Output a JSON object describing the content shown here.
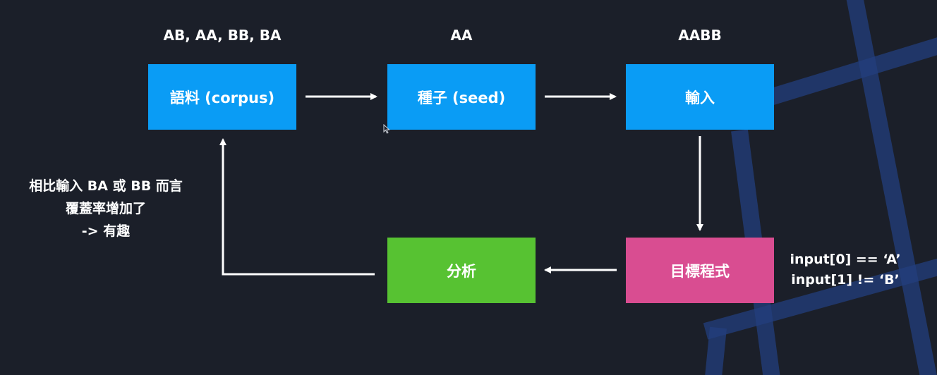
{
  "nodes": {
    "corpus": "語料 (corpus)",
    "seed": "種子 (seed)",
    "input": "輸入",
    "target": "目標程式",
    "analysis": "分析"
  },
  "top_labels": {
    "corpus": "AB, AA, BB, BA",
    "seed": "AA",
    "input": "AABB"
  },
  "left_note": [
    "相比輸入 BA 或 BB 而言",
    "覆蓋率增加了",
    "-> 有趣"
  ],
  "right_note": [
    "input[0] == ‘A’",
    "input[1] != ‘B’"
  ],
  "colors": {
    "background": "#1b1f29",
    "blue_box": "#0a9cf5",
    "green_box": "#57c232",
    "pink_box": "#d94d91",
    "decor_lines": "#2a4a8a"
  }
}
